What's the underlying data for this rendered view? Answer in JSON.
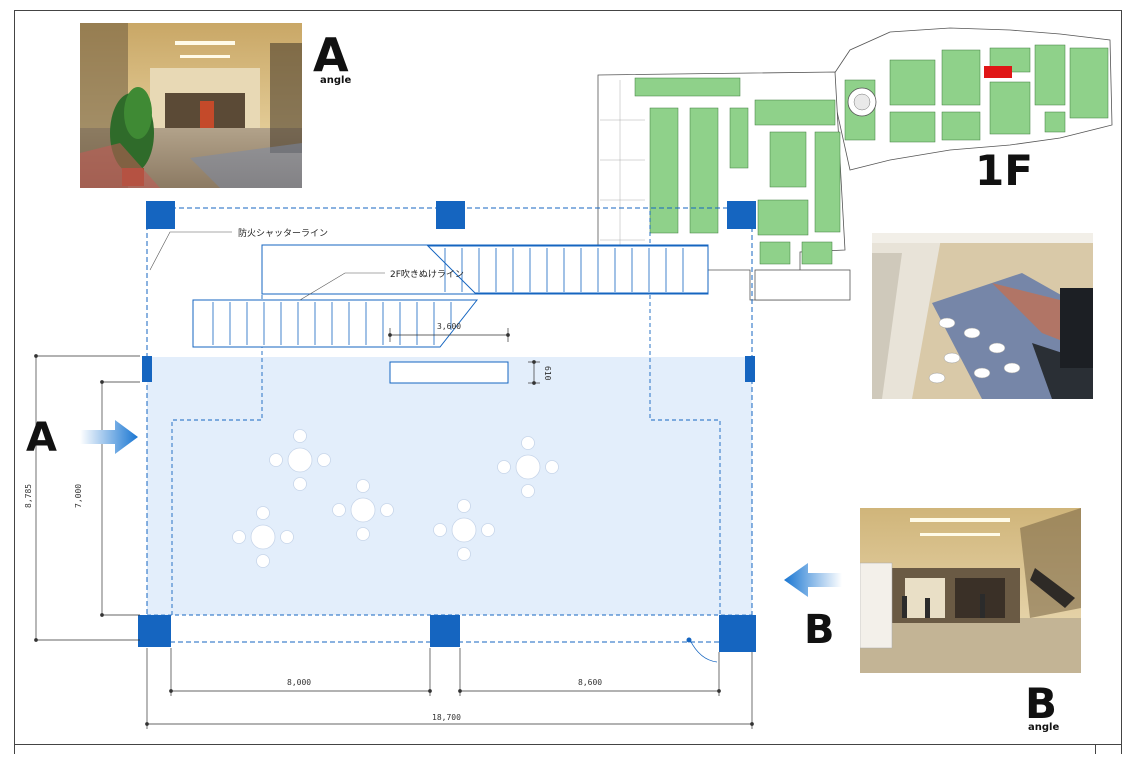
{
  "angle_a": {
    "letter": "A",
    "word": "angle"
  },
  "angle_b": {
    "letter": "B",
    "word": "angle"
  },
  "floor_label": "1F",
  "arrow_a_letter": "A",
  "arrow_b_letter": "B",
  "annotations": {
    "fire_shutter": "防火シャッターライン",
    "void_2f": "2F吹きぬけライン"
  },
  "dimensions": {
    "d3600": "3,600",
    "d610": "610",
    "d8785": "8,785",
    "d7000": "7,000",
    "d8000": "8,000",
    "d8600": "8,600",
    "d18700": "18,700"
  },
  "colors": {
    "plan_blue": "#1565c0",
    "area_fill": "#e3eefb",
    "map_green": "#8fd18a",
    "map_highlight": "#e01616"
  }
}
